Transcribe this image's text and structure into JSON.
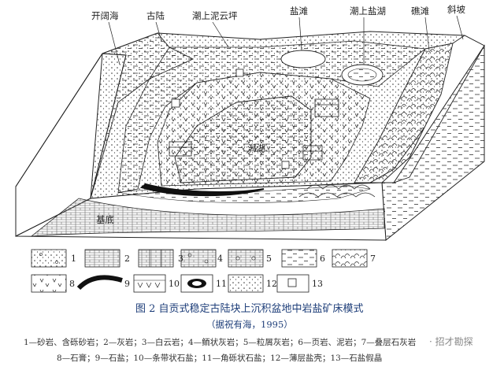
{
  "labels": {
    "open_sea": "开阔海",
    "ancient_land": "古陆",
    "tidal_flat": "潮上泥云坪",
    "salt_beach": "盐滩",
    "supratidal_lake": "潮上盐湖",
    "shoal": "礁滩",
    "slope": "斜坡",
    "lagoon": "潟湖",
    "basement": "基底"
  },
  "legend_numbers": [
    "1",
    "2",
    "3",
    "4",
    "5",
    "6",
    "7",
    "8",
    "9",
    "10",
    "11",
    "12",
    "13"
  ],
  "caption": "图 2   自贡式稳定古陆块上沉积盆地中岩盐矿床模式",
  "source": "（据祝有海，1995）",
  "legend_line1": "1—砂岩、含砾砂岩；2—灰岩；3—白云岩；4—鲕状灰岩；5—粒屑灰岩；6—页岩、泥岩；7—叠层石灰岩",
  "legend_line2": "8—石膏；9—石盐；10—条带状石盐；11—角砾状石盐；12—薄层盐壳；13—石盐假晶",
  "watermark": "·   招才勘探"
}
